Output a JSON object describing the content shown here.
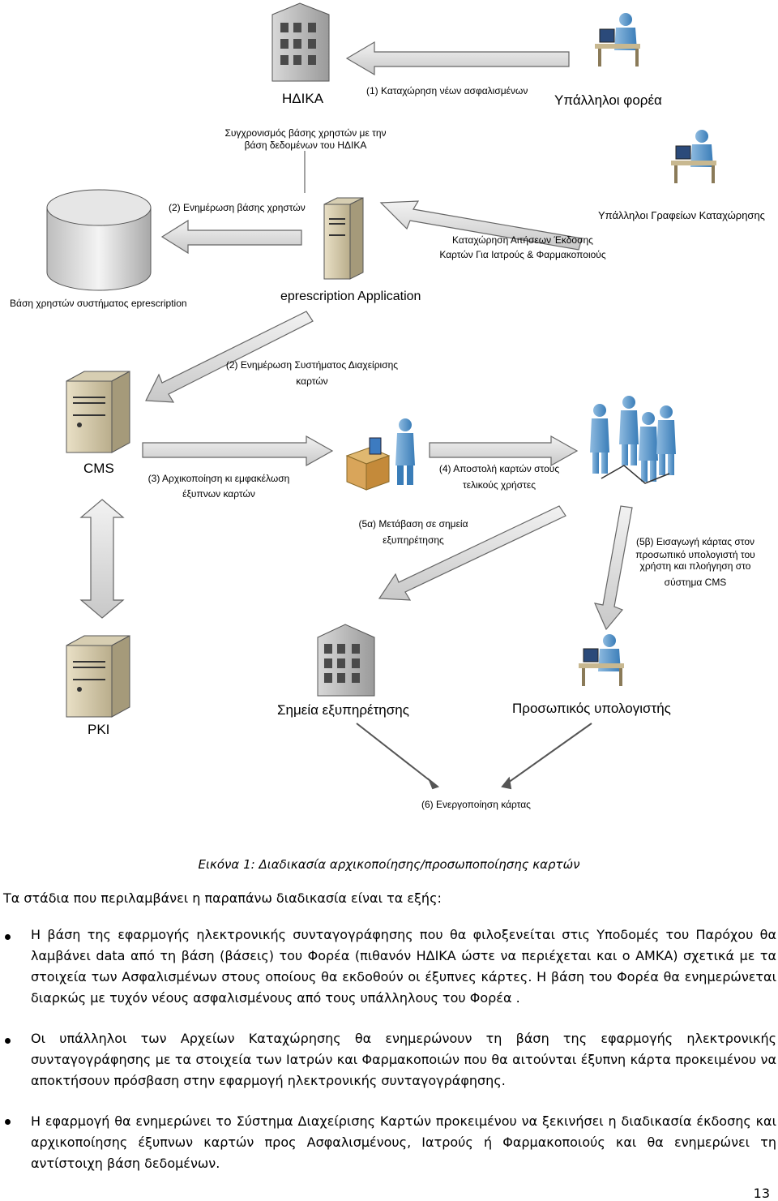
{
  "diagram": {
    "nodes": {
      "hdika": "ΗΔΙΚΑ",
      "ypallhloi_forea": "Υπάλληλοι φορέα",
      "ypallhloi_grafeiwn": "Υπάλληλοι Γραφείων Καταχώρησης",
      "user_db": "Βάση χρηστών συστήματος eprescription",
      "app": "eprescription Application",
      "cms": "CMS",
      "pki": "PKI",
      "service_points": "Σημεία εξυπηρέτησης",
      "personal_pc": "Προσωπικός υπολογιστής"
    },
    "edges": {
      "e1": "(1) Καταχώρηση νέων ασφαλισμένων",
      "sync_1": "Συγχρονισμός βάσης χρηστών με την",
      "sync_2": "βάση δεδομένων του ΗΔΙΚΑ",
      "e2_db": "(2) Ενημέρωση βάσης χρηστών",
      "reg_1": "Καταχώρηση Αιτήσεων Έκδοσης",
      "reg_2": "Καρτών Για Ιατρούς & Φαρμακοποιούς",
      "e2_cms_1": "(2) Ενημέρωση Συστήματος Διαχείρισης",
      "e2_cms_2": "καρτών",
      "e3_1": "(3) Αρχικοποίηση κι εμφακέλωση",
      "e3_2": "έξυπνων καρτών",
      "e4_1": "(4) Αποστολή καρτών στους",
      "e4_2": "τελικούς χρήστες",
      "e5a_1": "(5α)  Μετάβαση σε σημεία",
      "e5a_2": "εξυπηρέτησης",
      "e5b_1": "(5β)  Εισαγωγή κάρτας στον",
      "e5b_2": "προσωπικό υπολογιστή του",
      "e5b_3": "χρήστη και πλοήγηση στο",
      "e5b_4": "σύστημα CMS",
      "e6": "(6)  Ενεργοποίηση κάρτας"
    }
  },
  "caption": "Εικόνα 1: Διαδικασία αρχικοποίησης/προσωποποίησης καρτών",
  "intro": "Τα στάδια που περιλαμβάνει η  παραπάνω διαδικασία είναι τα εξής:",
  "bullets": [
    "Η βάση της εφαρμογής ηλεκτρονικής συνταγογράφησης που θα φιλοξενείται στις Υποδομές του Παρόχου θα λαμβάνει data από τη βάση (βάσεις) του Φορέα (πιθανόν ΗΔΙΚΑ ώστε να περιέχεται και ο ΑΜΚΑ) σχετικά με τα στοιχεία των Ασφαλισμένων στους οποίους θα εκδοθούν οι έξυπνες κάρτες. Η βάση του Φορέα θα ενημερώνεται διαρκώς με τυχόν νέους ασφαλισμένους από τους υπάλληλους του Φορέα .",
    "Οι υπάλληλοι των Αρχείων Καταχώρησης θα ενημερώνουν τη βάση της εφαρμογής ηλεκτρονικής συνταγογράφησης με τα στοιχεία των Ιατρών και Φαρμακοποιών που θα αιτούνται έξυπνη κάρτα προκειμένου να αποκτήσουν πρόσβαση στην εφαρμογή ηλεκτρονικής συνταγογράφησης.",
    "Η εφαρμογή θα ενημερώνει το Σύστημα Διαχείρισης Καρτών προκειμένου να ξεκινήσει η διαδικασία έκδοσης και αρχικοποίησης έξυπνων καρτών προς Ασφαλισμένους, Ιατρούς ή Φαρμακοποιούς και  θα ενημερώνει τη αντίστοιχη βάση δεδομένων."
  ],
  "page_number": "13"
}
